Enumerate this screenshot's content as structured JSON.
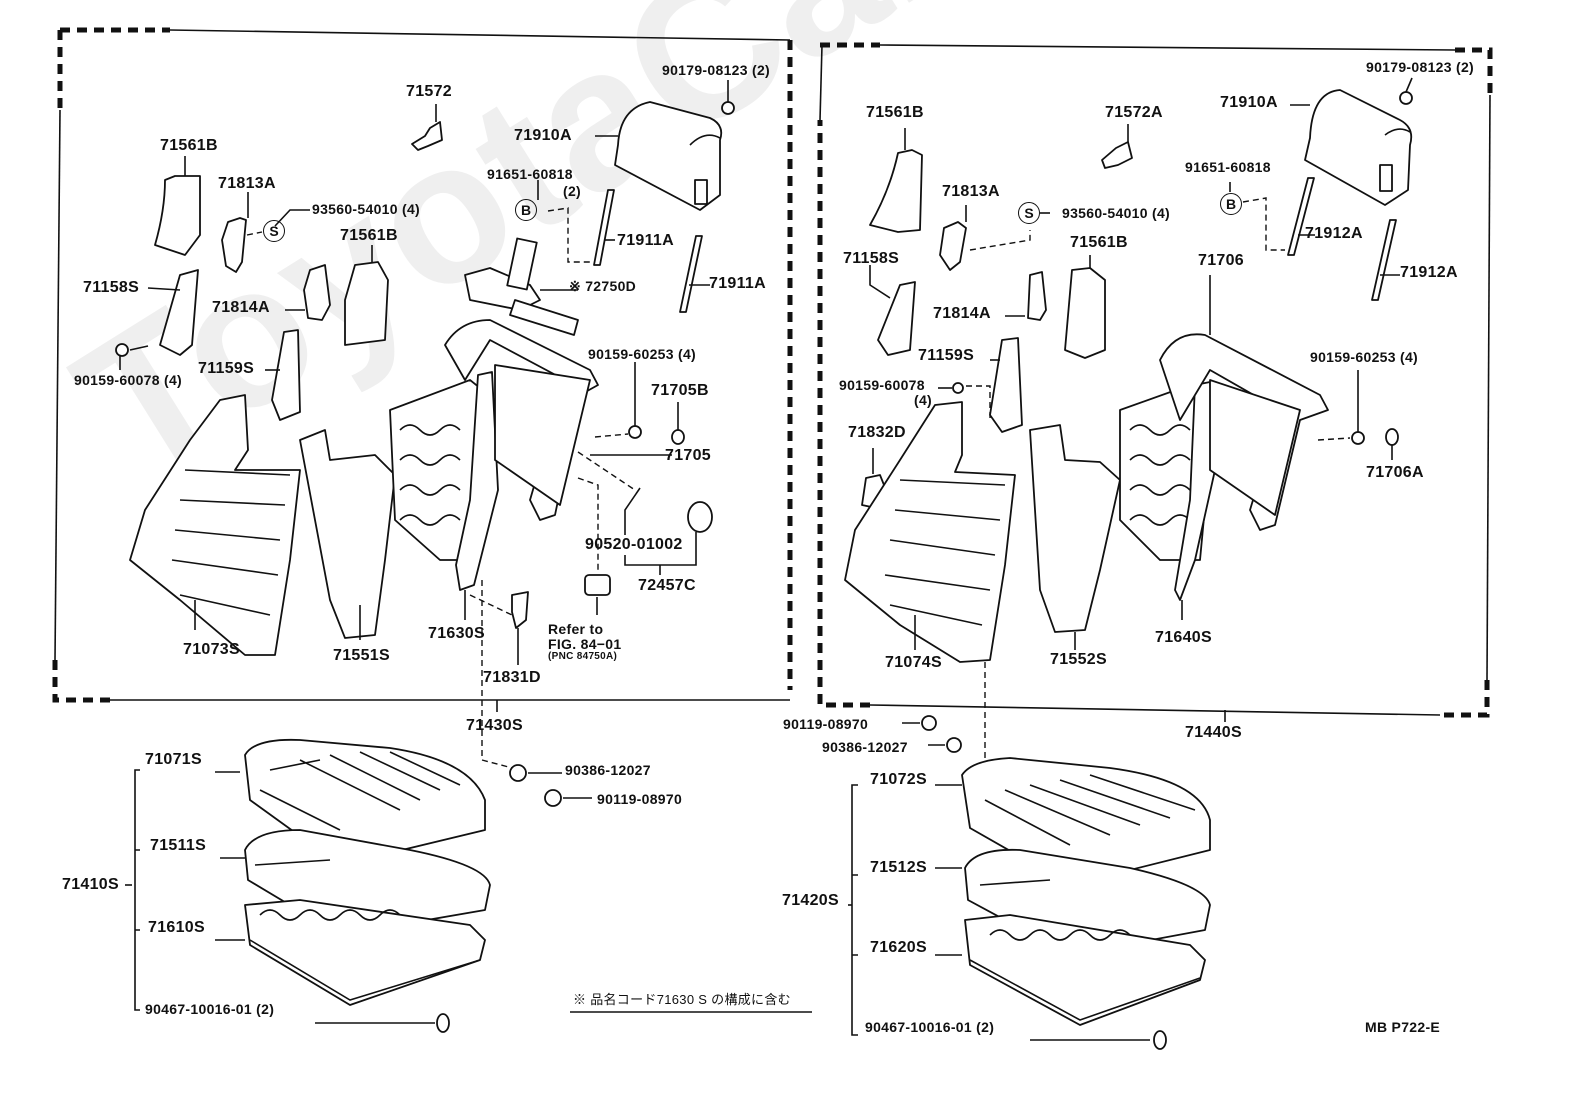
{
  "watermark": "ToyotaCarParts.ru",
  "figure_code": "MB P722-E",
  "footnote": "※ 品名コード71630 S の構成に含む",
  "left_group": {
    "assembly": "71430S",
    "labels": {
      "p71572": "71572",
      "p90179": "90179-08123 (2)",
      "p71561b_a": "71561B",
      "p71813a": "71813A",
      "p93560": "93560-54010 (4)",
      "p71910a": "71910A",
      "p91651": "91651-60818",
      "p91651_qty": "(2)",
      "p71911a_a": "71911A",
      "p71911a_b": "71911A",
      "p72750d": "※ 72750D",
      "p71158s": "71158S",
      "p71814a": "71814A",
      "p71561b_b": "71561B",
      "p90159_60078": "90159-60078 (4)",
      "p71159s": "71159S",
      "p90159_60253": "90159-60253 (4)",
      "p71705b": "71705B",
      "p71705": "71705",
      "p90520": "90520-01002",
      "p72457c": "72457C",
      "p71073s": "71073S",
      "p71551s": "71551S",
      "p71630s": "71630S",
      "p71831d": "71831D",
      "refer1": "Refer to",
      "refer2": "FIG. 84−01",
      "refer3": "(PNC 84750A)",
      "sym_s": "S",
      "sym_b": "B"
    }
  },
  "right_group": {
    "assembly": "71440S",
    "labels": {
      "p71561b_a": "71561B",
      "p71572a": "71572A",
      "p90179": "90179-08123 (2)",
      "p71910a": "71910A",
      "p91651": "91651-60818",
      "p71813a": "71813A",
      "p93560": "93560-54010 (4)",
      "p71912a_a": "71912A",
      "p71912a_b": "71912A",
      "p71706": "71706",
      "p71158s": "71158S",
      "p71561b_b": "71561B",
      "p71814a": "71814A",
      "p71159s": "71159S",
      "p90159_60078": "90159-60078",
      "p90159_60078_qty": "(4)",
      "p90159_60253": "90159-60253 (4)",
      "p71832d": "71832D",
      "p71706a": "71706A",
      "p71074s": "71074S",
      "p71552s": "71552S",
      "p71640s": "71640S",
      "sym_s": "S",
      "sym_b": "B"
    }
  },
  "left_cushion": {
    "assembly": "71410S",
    "items": [
      "71071S",
      "71511S",
      "71610S",
      "90467-10016-01 (2)"
    ],
    "p90386": "90386-12027",
    "p90119": "90119-08970"
  },
  "right_cushion": {
    "assembly": "71420S",
    "items": [
      "71072S",
      "71512S",
      "71620S",
      "90467-10016-01 (2)"
    ],
    "p90119": "90119-08970",
    "p90386": "90386-12027"
  }
}
